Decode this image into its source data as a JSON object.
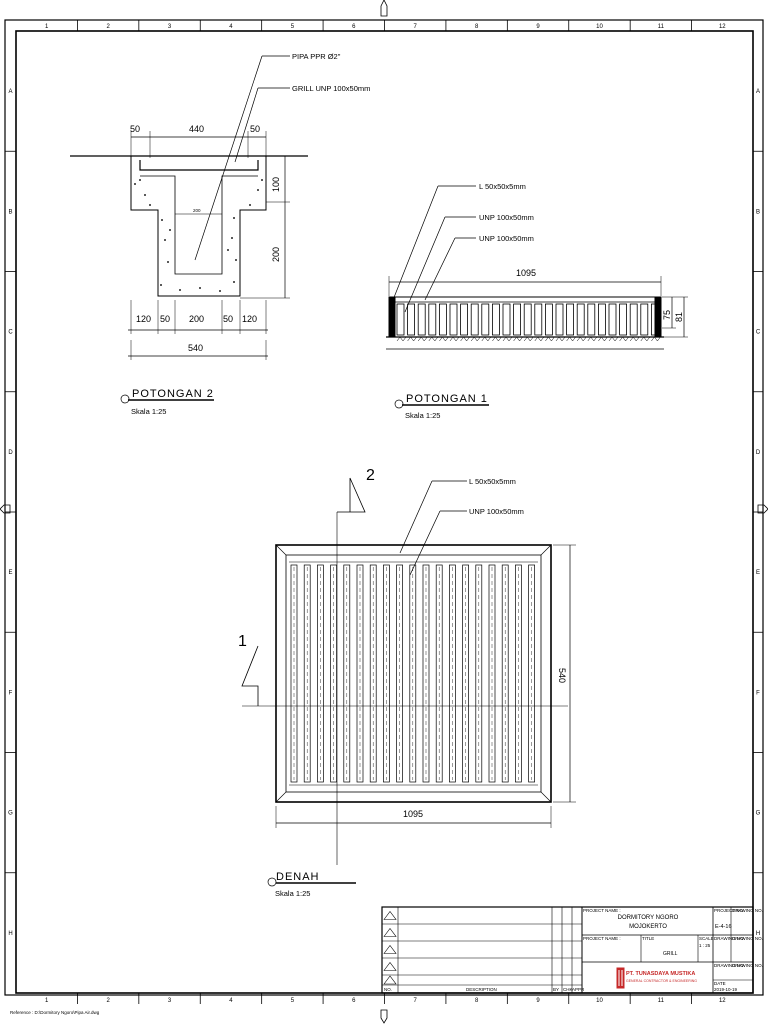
{
  "border": {
    "cols": [
      "1",
      "2",
      "3",
      "4",
      "5",
      "6",
      "7",
      "8",
      "9",
      "10",
      "11",
      "12"
    ],
    "rows": [
      "A",
      "B",
      "C",
      "D",
      "E",
      "F",
      "G",
      "H"
    ]
  },
  "section2": {
    "labels": {
      "pipe": "PIPA PPR Ø2\"",
      "grill": "GRILL UNP 100x50mm"
    },
    "dims_top": [
      "50",
      "440",
      "50"
    ],
    "dims_right": [
      "100",
      "200"
    ],
    "dims_bottom": [
      "120",
      "50",
      "200",
      "50",
      "120"
    ],
    "dim_total": "540",
    "inner_small": "200",
    "title": "POTONGAN 2",
    "scale": "Skala 1:25"
  },
  "section1": {
    "labels": {
      "angle": "L 50x50x5mm",
      "unp_a": "UNP 100x50mm",
      "unp_b": "UNP 100x50mm"
    },
    "dim_length": "1095",
    "dims_right": [
      "75",
      "81"
    ],
    "title": "POTONGAN 1",
    "scale": "Skala 1:25"
  },
  "plan": {
    "labels": {
      "angle": "L 50x50x5mm",
      "unp": "UNP 100x50mm"
    },
    "cut_marks": [
      "2",
      "1"
    ],
    "dim_length": "1095",
    "dim_width": "540",
    "title": "DENAH",
    "scale": "Skala 1:25"
  },
  "title_block": {
    "project_name_label": "PROJECT NAME :",
    "project_name": [
      "DORMITORY NGORO",
      "MOJOKERTO"
    ],
    "drawing_label": "TITLE",
    "drawing_title": "GRILL",
    "project_no_label": "PROJECT NO.",
    "drawing_no_label": "DRAWING NO.",
    "drawing_no": "E-4-16",
    "scale_label": "SCALE",
    "scale_value": "1 : 25",
    "no_label": "NO.",
    "description_label": "DESCRIPTION",
    "by_label": "BY",
    "chk_label": "CHK",
    "appr_label": "APPR",
    "date_label": "DATE",
    "company": "PT. TUNASDAYA MUSTIKA",
    "company_sub": "GENERAL CONTRACTOR & ENGINEERING",
    "date": "2019-10-19"
  },
  "reference": "Reference :   D:\\Dormitory Ngoro\\Pipa Air.dwg"
}
